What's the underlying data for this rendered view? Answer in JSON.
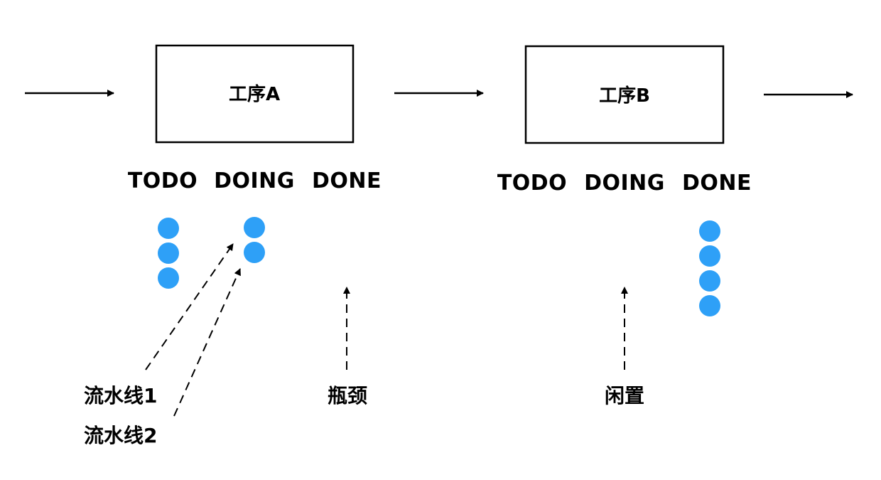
{
  "stage_a": {
    "title": "工序A",
    "columns": {
      "todo": "TODO",
      "doing": "DOING",
      "done": "DONE"
    },
    "counts": {
      "todo": 3,
      "doing": 2,
      "done": 0
    }
  },
  "stage_b": {
    "title": "工序B",
    "columns": {
      "todo": "TODO",
      "doing": "DOING",
      "done": "DONE"
    },
    "counts": {
      "todo": 0,
      "doing": 0,
      "done": 4
    }
  },
  "annotations": {
    "pipeline1": "流水线1",
    "pipeline2": "流水线2",
    "bottleneck": "瓶颈",
    "idle": "闲置"
  },
  "colors": {
    "token": "#2ea0f7",
    "line": "#000000"
  }
}
